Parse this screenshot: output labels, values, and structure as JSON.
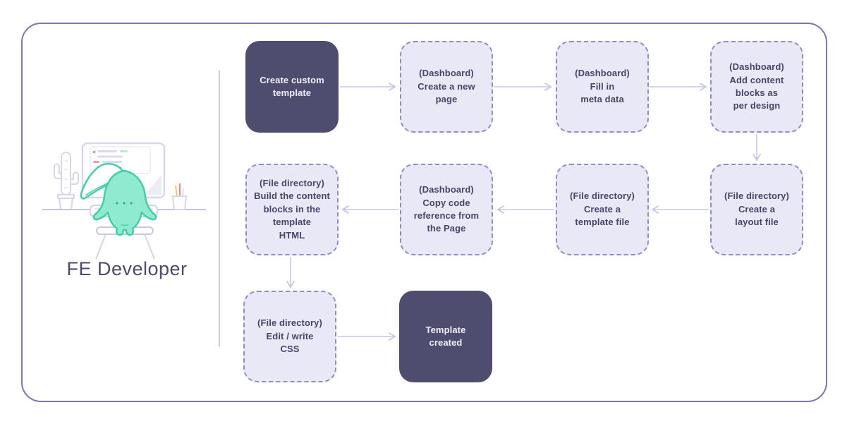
{
  "actor": {
    "label": "FE Developer"
  },
  "steps": [
    {
      "key": "create-custom-template",
      "kind": "start",
      "location": "",
      "label": "Create custom\ntemplate"
    },
    {
      "key": "create-new-page",
      "kind": "task",
      "location": "Dashboard",
      "label": "(Dashboard)\nCreate a new\npage"
    },
    {
      "key": "fill-meta-data",
      "kind": "task",
      "location": "Dashboard",
      "label": "(Dashboard)\nFill in\nmeta data"
    },
    {
      "key": "add-content-blocks",
      "kind": "task",
      "location": "Dashboard",
      "label": "(Dashboard)\nAdd content\nblocks as\nper design"
    },
    {
      "key": "create-layout-file",
      "kind": "task",
      "location": "File directory",
      "label": "(File directory)\nCreate a\nlayout file"
    },
    {
      "key": "create-template-file",
      "kind": "task",
      "location": "File directory",
      "label": "(File directory)\nCreate a\ntemplate file"
    },
    {
      "key": "copy-code-reference",
      "kind": "task",
      "location": "Dashboard",
      "label": "(Dashboard)\nCopy code\nreference from\nthe Page"
    },
    {
      "key": "build-content-blocks",
      "kind": "task",
      "location": "File directory",
      "label": "(File directory)\nBuild the content\nblocks in the\ntemplate\nHTML"
    },
    {
      "key": "edit-write-css",
      "kind": "task",
      "location": "File directory",
      "label": "(File directory)\nEdit / write\nCSS"
    },
    {
      "key": "template-created",
      "kind": "end",
      "location": "",
      "label": "Template\ncreated"
    }
  ],
  "edges": [
    {
      "from": "create-custom-template",
      "to": "create-new-page"
    },
    {
      "from": "create-new-page",
      "to": "fill-meta-data"
    },
    {
      "from": "fill-meta-data",
      "to": "add-content-blocks"
    },
    {
      "from": "add-content-blocks",
      "to": "create-layout-file"
    },
    {
      "from": "create-layout-file",
      "to": "create-template-file"
    },
    {
      "from": "create-template-file",
      "to": "copy-code-reference"
    },
    {
      "from": "copy-code-reference",
      "to": "build-content-blocks"
    },
    {
      "from": "build-content-blocks",
      "to": "edit-write-css"
    },
    {
      "from": "edit-write-css",
      "to": "template-created"
    }
  ],
  "illustration": {
    "name": "developer-at-desk",
    "code_glyph_open": "<",
    "code_glyph_close": "/>"
  },
  "colors": {
    "frame_border": "#7c74b3",
    "dark_node_bg": "#4e4d70",
    "dark_node_text": "#efeef8",
    "light_node_bg": "#e9e8f6",
    "light_node_border": "#8f8dc1",
    "light_node_text": "#47456a",
    "arrow": "#c7c5e9",
    "divider": "#bab8dc",
    "character_fill": "#8feacf",
    "character_outline": "#3fd0a8",
    "outline_gray": "#d8d7ea",
    "code_bar_gray": "#dcdbeb",
    "code_bar_green": "#b5ecd4",
    "code_bar_red": "#f79ea4",
    "pencil_yellow": "#f0c75e",
    "pencil_red": "#f2808a"
  }
}
